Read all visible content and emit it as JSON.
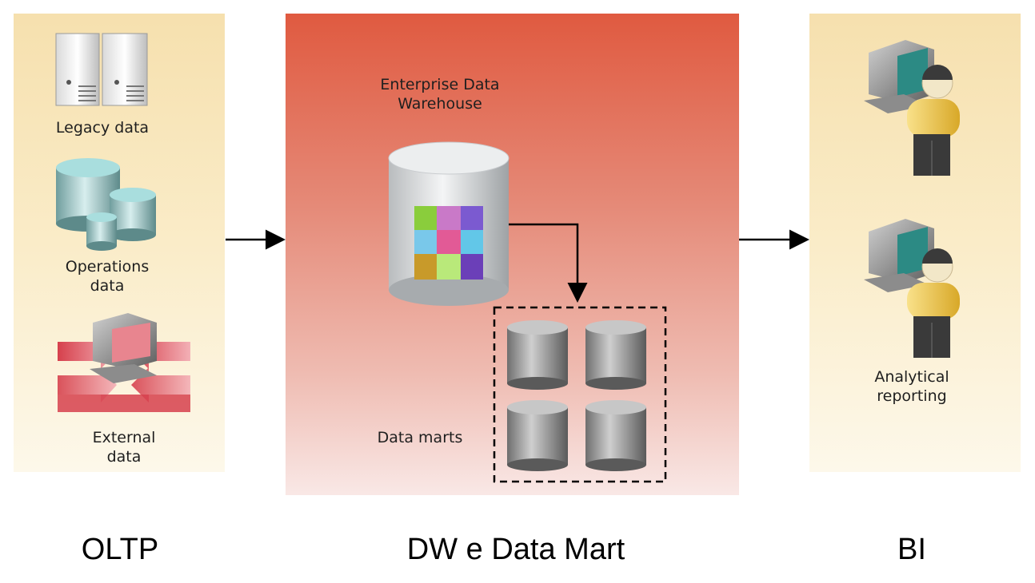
{
  "oltp": {
    "title": "OLTP",
    "sources": [
      {
        "label": "Legacy data",
        "icon": "server-icon"
      },
      {
        "label": "Operations\ndata",
        "icon": "database-stack-icon"
      },
      {
        "label": "External\ndata",
        "icon": "external-computer-icon"
      }
    ]
  },
  "dw": {
    "title": "DW e Data Mart",
    "warehouse_label": "Enterprise Data\nWarehouse",
    "warehouse_icon": "puzzle-database-icon",
    "marts_label": "Data marts",
    "mart_icon": "cylinder-icon"
  },
  "bi": {
    "title": "BI",
    "reporting_label": "Analytical\nreporting",
    "user_icon": "user-computer-icon"
  },
  "colors": {
    "oltp_panel": "#f6e0ae",
    "dw_panel": "#e05a40",
    "bi_panel": "#f6e0ae",
    "arrow": "#000000"
  }
}
